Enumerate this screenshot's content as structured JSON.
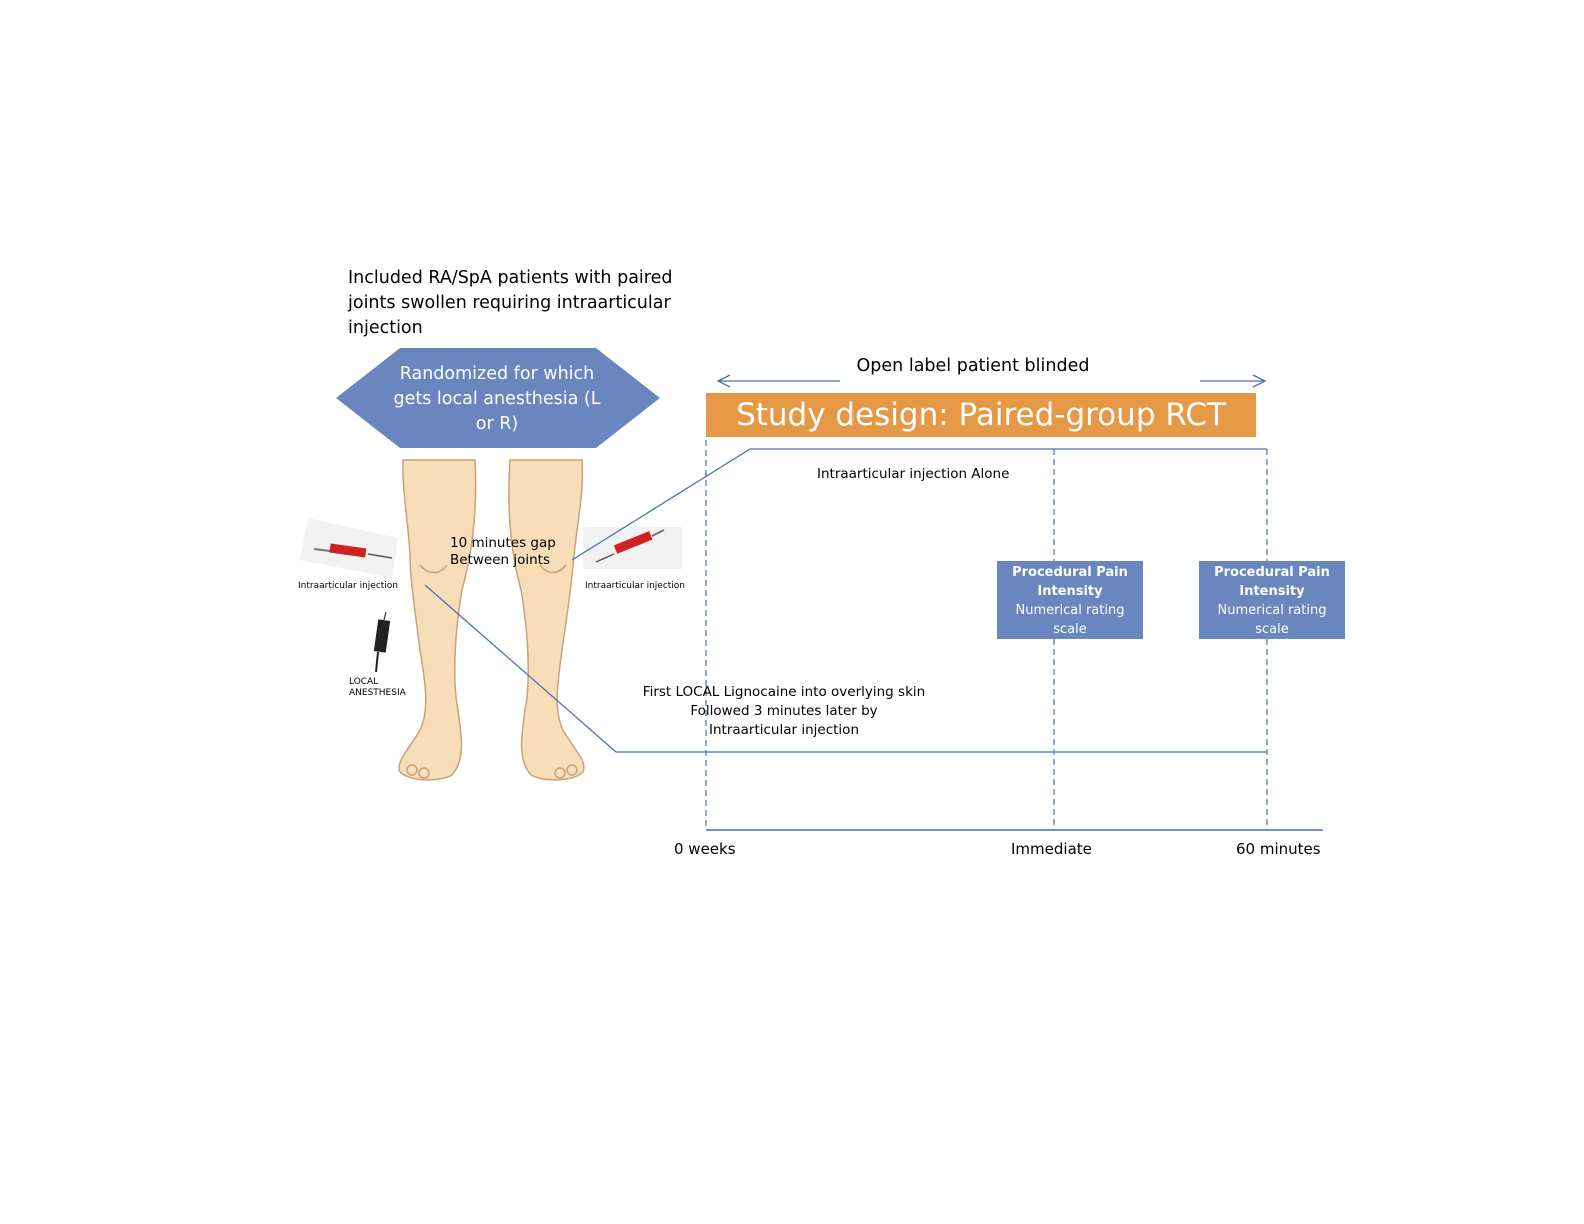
{
  "intro_text": "Included RA/SpA patients with paired joints swollen requiring intraarticular injection",
  "randomized_text": "Randomized for which gets local anesthesia (L or R)",
  "blinding_text": "Open label patient blinded",
  "banner_title": "Study design: Paired-group RCT",
  "gap_text_line1": "10 minutes gap",
  "gap_text_line2": "Between joints",
  "left_syringe_label": "Intraarticular injection",
  "right_syringe_label": "Intraarticular injection",
  "local_anesthesia_label_line1": "LOCAL",
  "local_anesthesia_label_line2": "ANESTHESIA",
  "arm_top_label": "Intraarticular injection Alone",
  "arm_bottom_line1": "First LOCAL Lignocaine into overlying skin",
  "arm_bottom_line2": "Followed 3 minutes later by",
  "arm_bottom_line3": "Intraarticular injection",
  "outcome_boxes": [
    {
      "title_line1": "Procedural Pain",
      "title_line2": "Intensity",
      "scale_line1": "Numerical rating",
      "scale_line2": "scale"
    },
    {
      "title_line1": "Procedural Pain",
      "title_line2": "Intensity",
      "scale_line1": "Numerical rating",
      "scale_line2": "scale"
    }
  ],
  "timeline_labels": [
    "0 weeks",
    "Immediate",
    "60 minutes"
  ],
  "colors": {
    "hexagon": "#6a86bf",
    "banner": "#e59846",
    "boxes": "#6a86bf",
    "lines": "#4a6fb5",
    "skin": "#f7ddb8",
    "syringe": "#d0201f"
  },
  "icons": [
    "leg-illustration",
    "syringe-icon",
    "anesthesia-syringe-icon",
    "double-arrow-icon"
  ]
}
